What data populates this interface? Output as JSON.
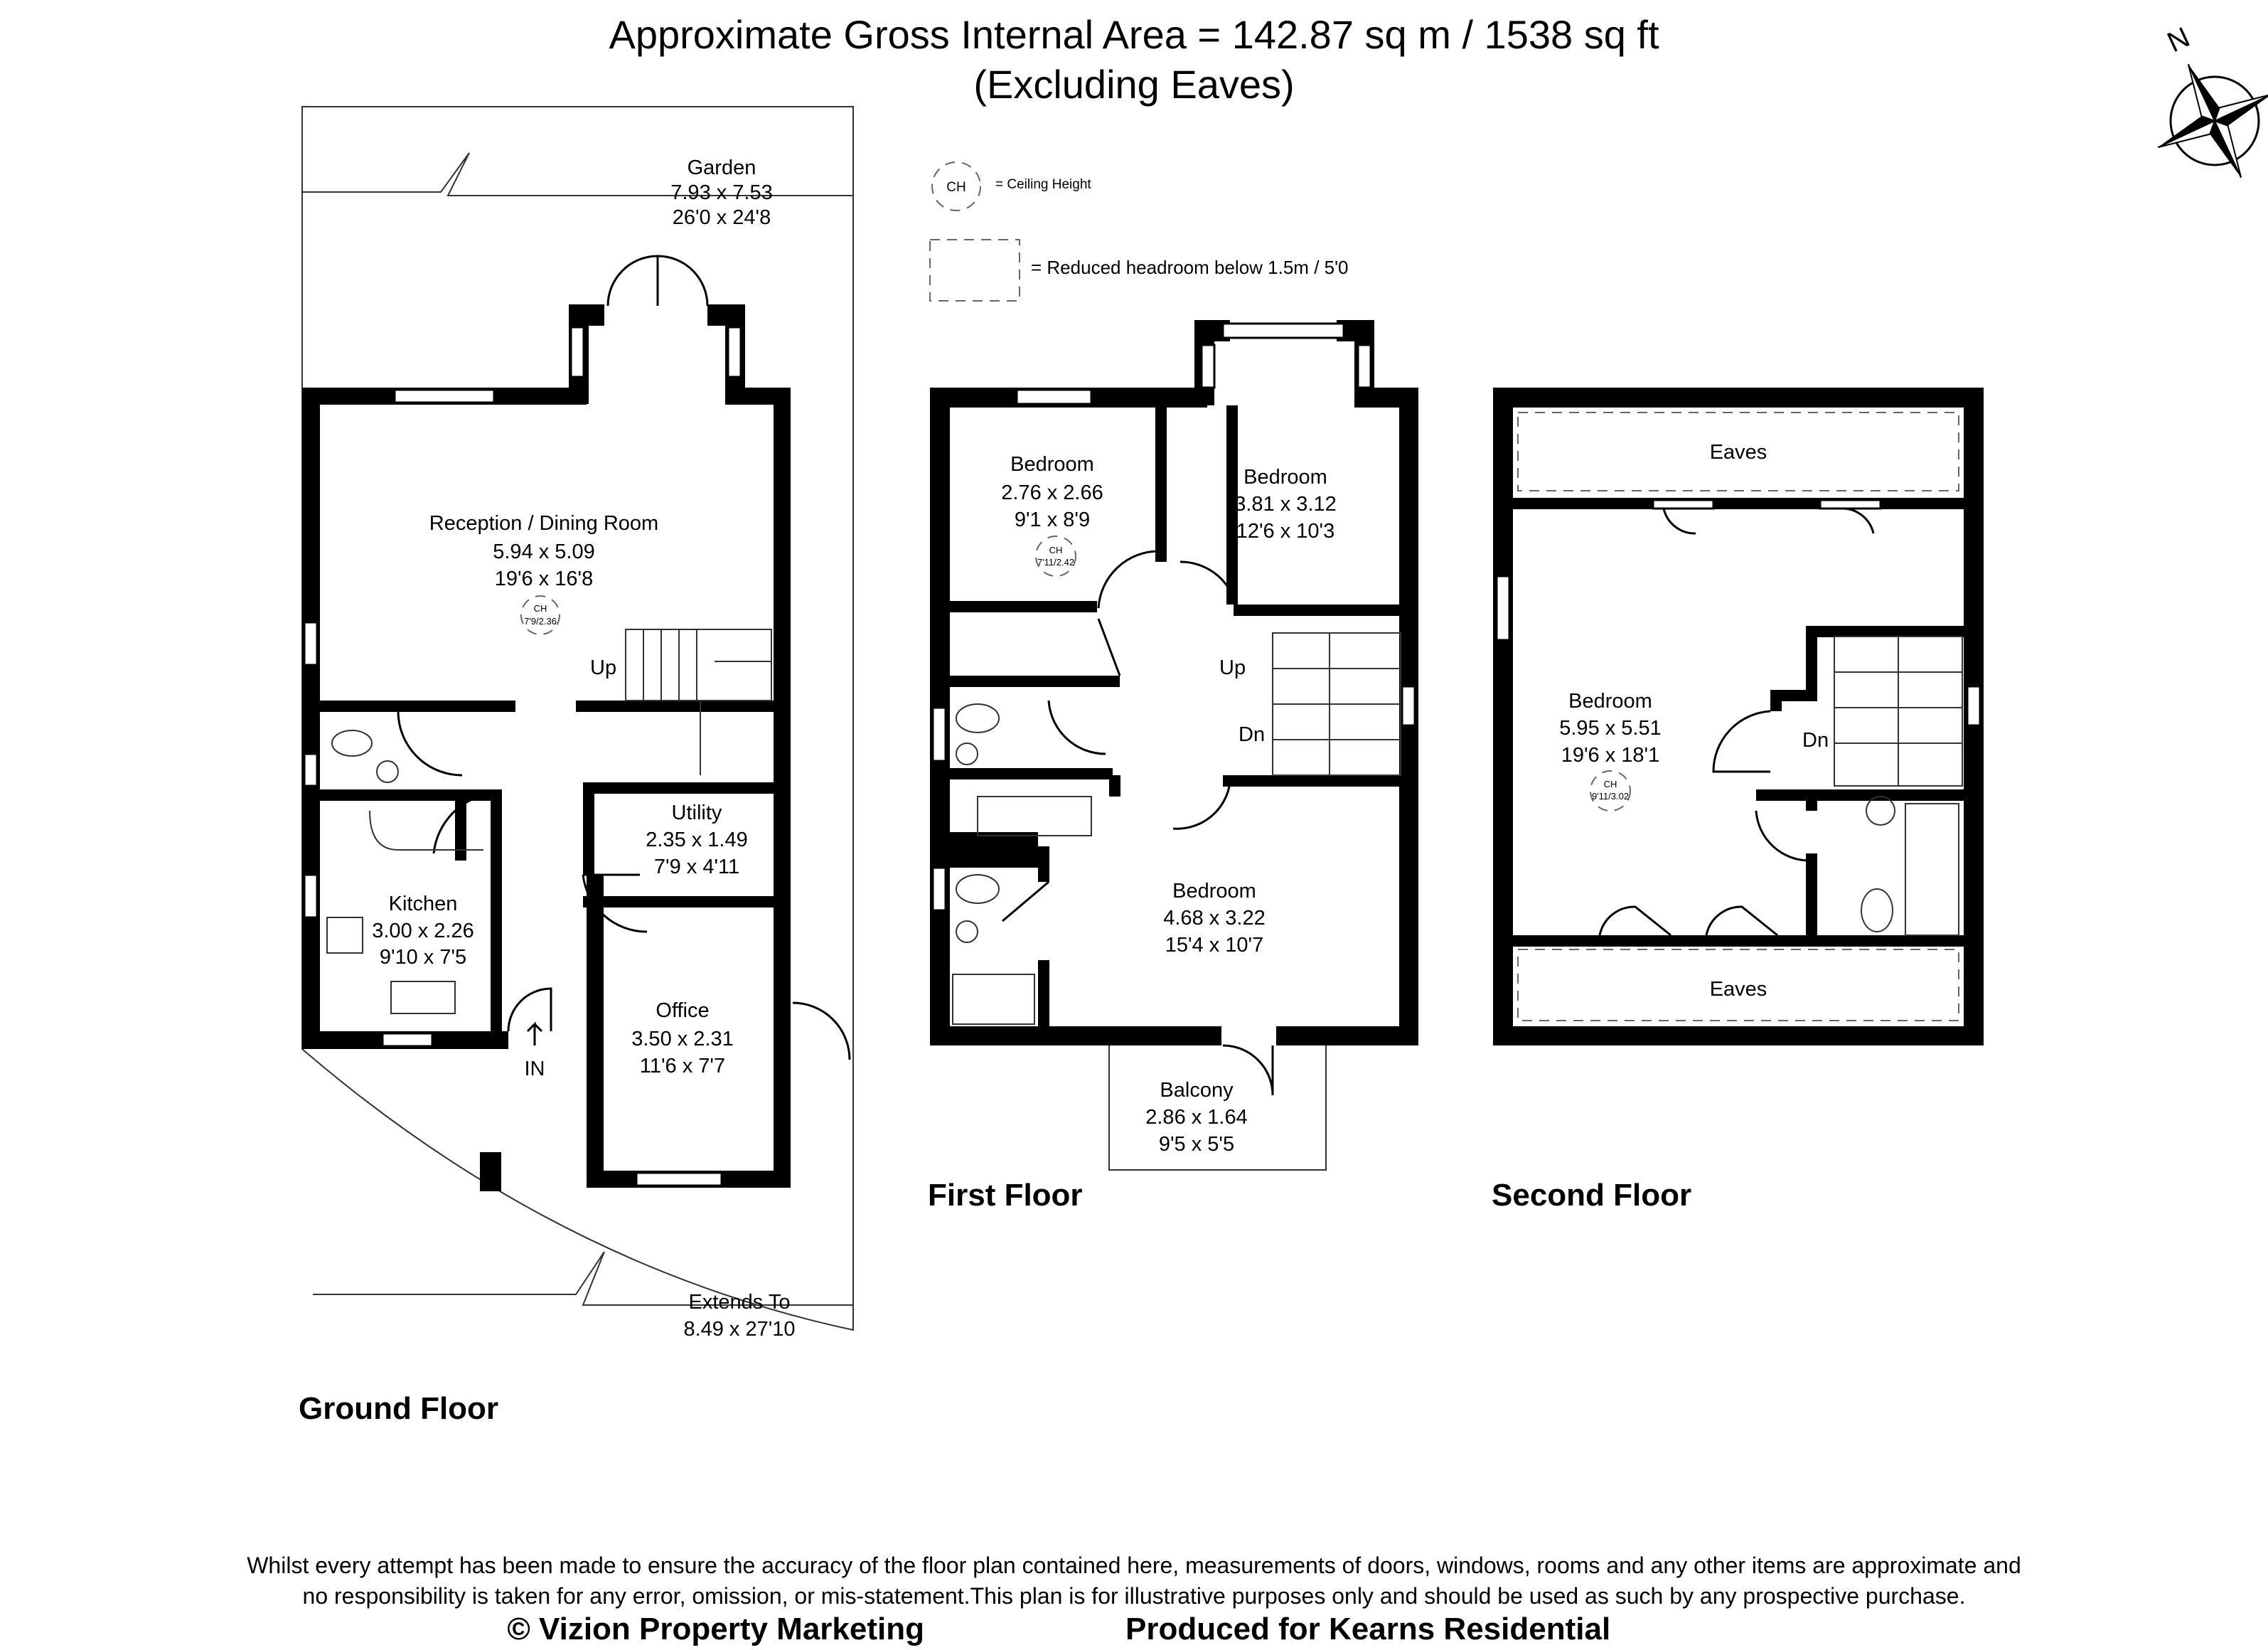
{
  "header": {
    "title_line1": "Approximate Gross Internal Area = 142.87 sq m / 1538 sq ft",
    "title_line2": "(Excluding Eaves)"
  },
  "compass": {
    "label": "N"
  },
  "legend": {
    "ch_symbol": "CH",
    "ch_text": "= Ceiling Height",
    "reduced_text": "= Reduced headroom below 1.5m / 5'0"
  },
  "ground_floor": {
    "label": "Ground Floor",
    "garden": {
      "name": "Garden",
      "metric": "7.93 x 7.53",
      "imperial": "26'0 x 24'8"
    },
    "reception": {
      "name": "Reception / Dining Room",
      "metric": "5.94 x 5.09",
      "imperial": "19'6 x 16'8",
      "ch_label": "CH",
      "ch_value": "7'9/2.36"
    },
    "utility": {
      "name": "Utility",
      "metric": "2.35 x 1.49",
      "imperial": "7'9 x 4'11"
    },
    "kitchen": {
      "name": "Kitchen",
      "metric": "3.00 x 2.26",
      "imperial": "9'10 x 7'5"
    },
    "office": {
      "name": "Office",
      "metric": "3.50 x 2.31",
      "imperial": "11'6 x 7'7"
    },
    "extends": {
      "name": "Extends To",
      "metric": "8.49 x 27'10"
    },
    "stairs_up": "Up",
    "entrance": "IN"
  },
  "first_floor": {
    "label": "First Floor",
    "bedroom_a": {
      "name": "Bedroom",
      "metric": "2.76 x 2.66",
      "imperial": "9'1 x 8'9",
      "ch_label": "CH",
      "ch_value": "7'11/2.42"
    },
    "bedroom_b": {
      "name": "Bedroom",
      "metric": "3.81 x 3.12",
      "imperial": "12'6 x 10'3"
    },
    "bedroom_c": {
      "name": "Bedroom",
      "metric": "4.68 x 3.22",
      "imperial": "15'4 x 10'7"
    },
    "balcony": {
      "name": "Balcony",
      "metric": "2.86 x 1.64",
      "imperial": "9'5 x 5'5"
    },
    "stairs_up": "Up",
    "stairs_down": "Dn"
  },
  "second_floor": {
    "label": "Second Floor",
    "eaves_top": "Eaves",
    "eaves_bottom": "Eaves",
    "bedroom": {
      "name": "Bedroom",
      "metric": "5.95 x 5.51",
      "imperial": "19'6 x 18'1",
      "ch_label": "CH",
      "ch_value": "9'11/3.02"
    },
    "stairs_down": "Dn"
  },
  "footer": {
    "disclaimer_line1": "Whilst every attempt has been made to ensure the accuracy of the floor plan contained here, measurements of doors, windows, rooms and any other items are approximate and",
    "disclaimer_line2": "no responsibility is taken for any error, omission, or mis-statement.This plan is for illustrative purposes only and should be used as such by any prospective purchase.",
    "credit_left": "© Vizion Property Marketing",
    "credit_right": "Produced for Kearns Residential"
  }
}
